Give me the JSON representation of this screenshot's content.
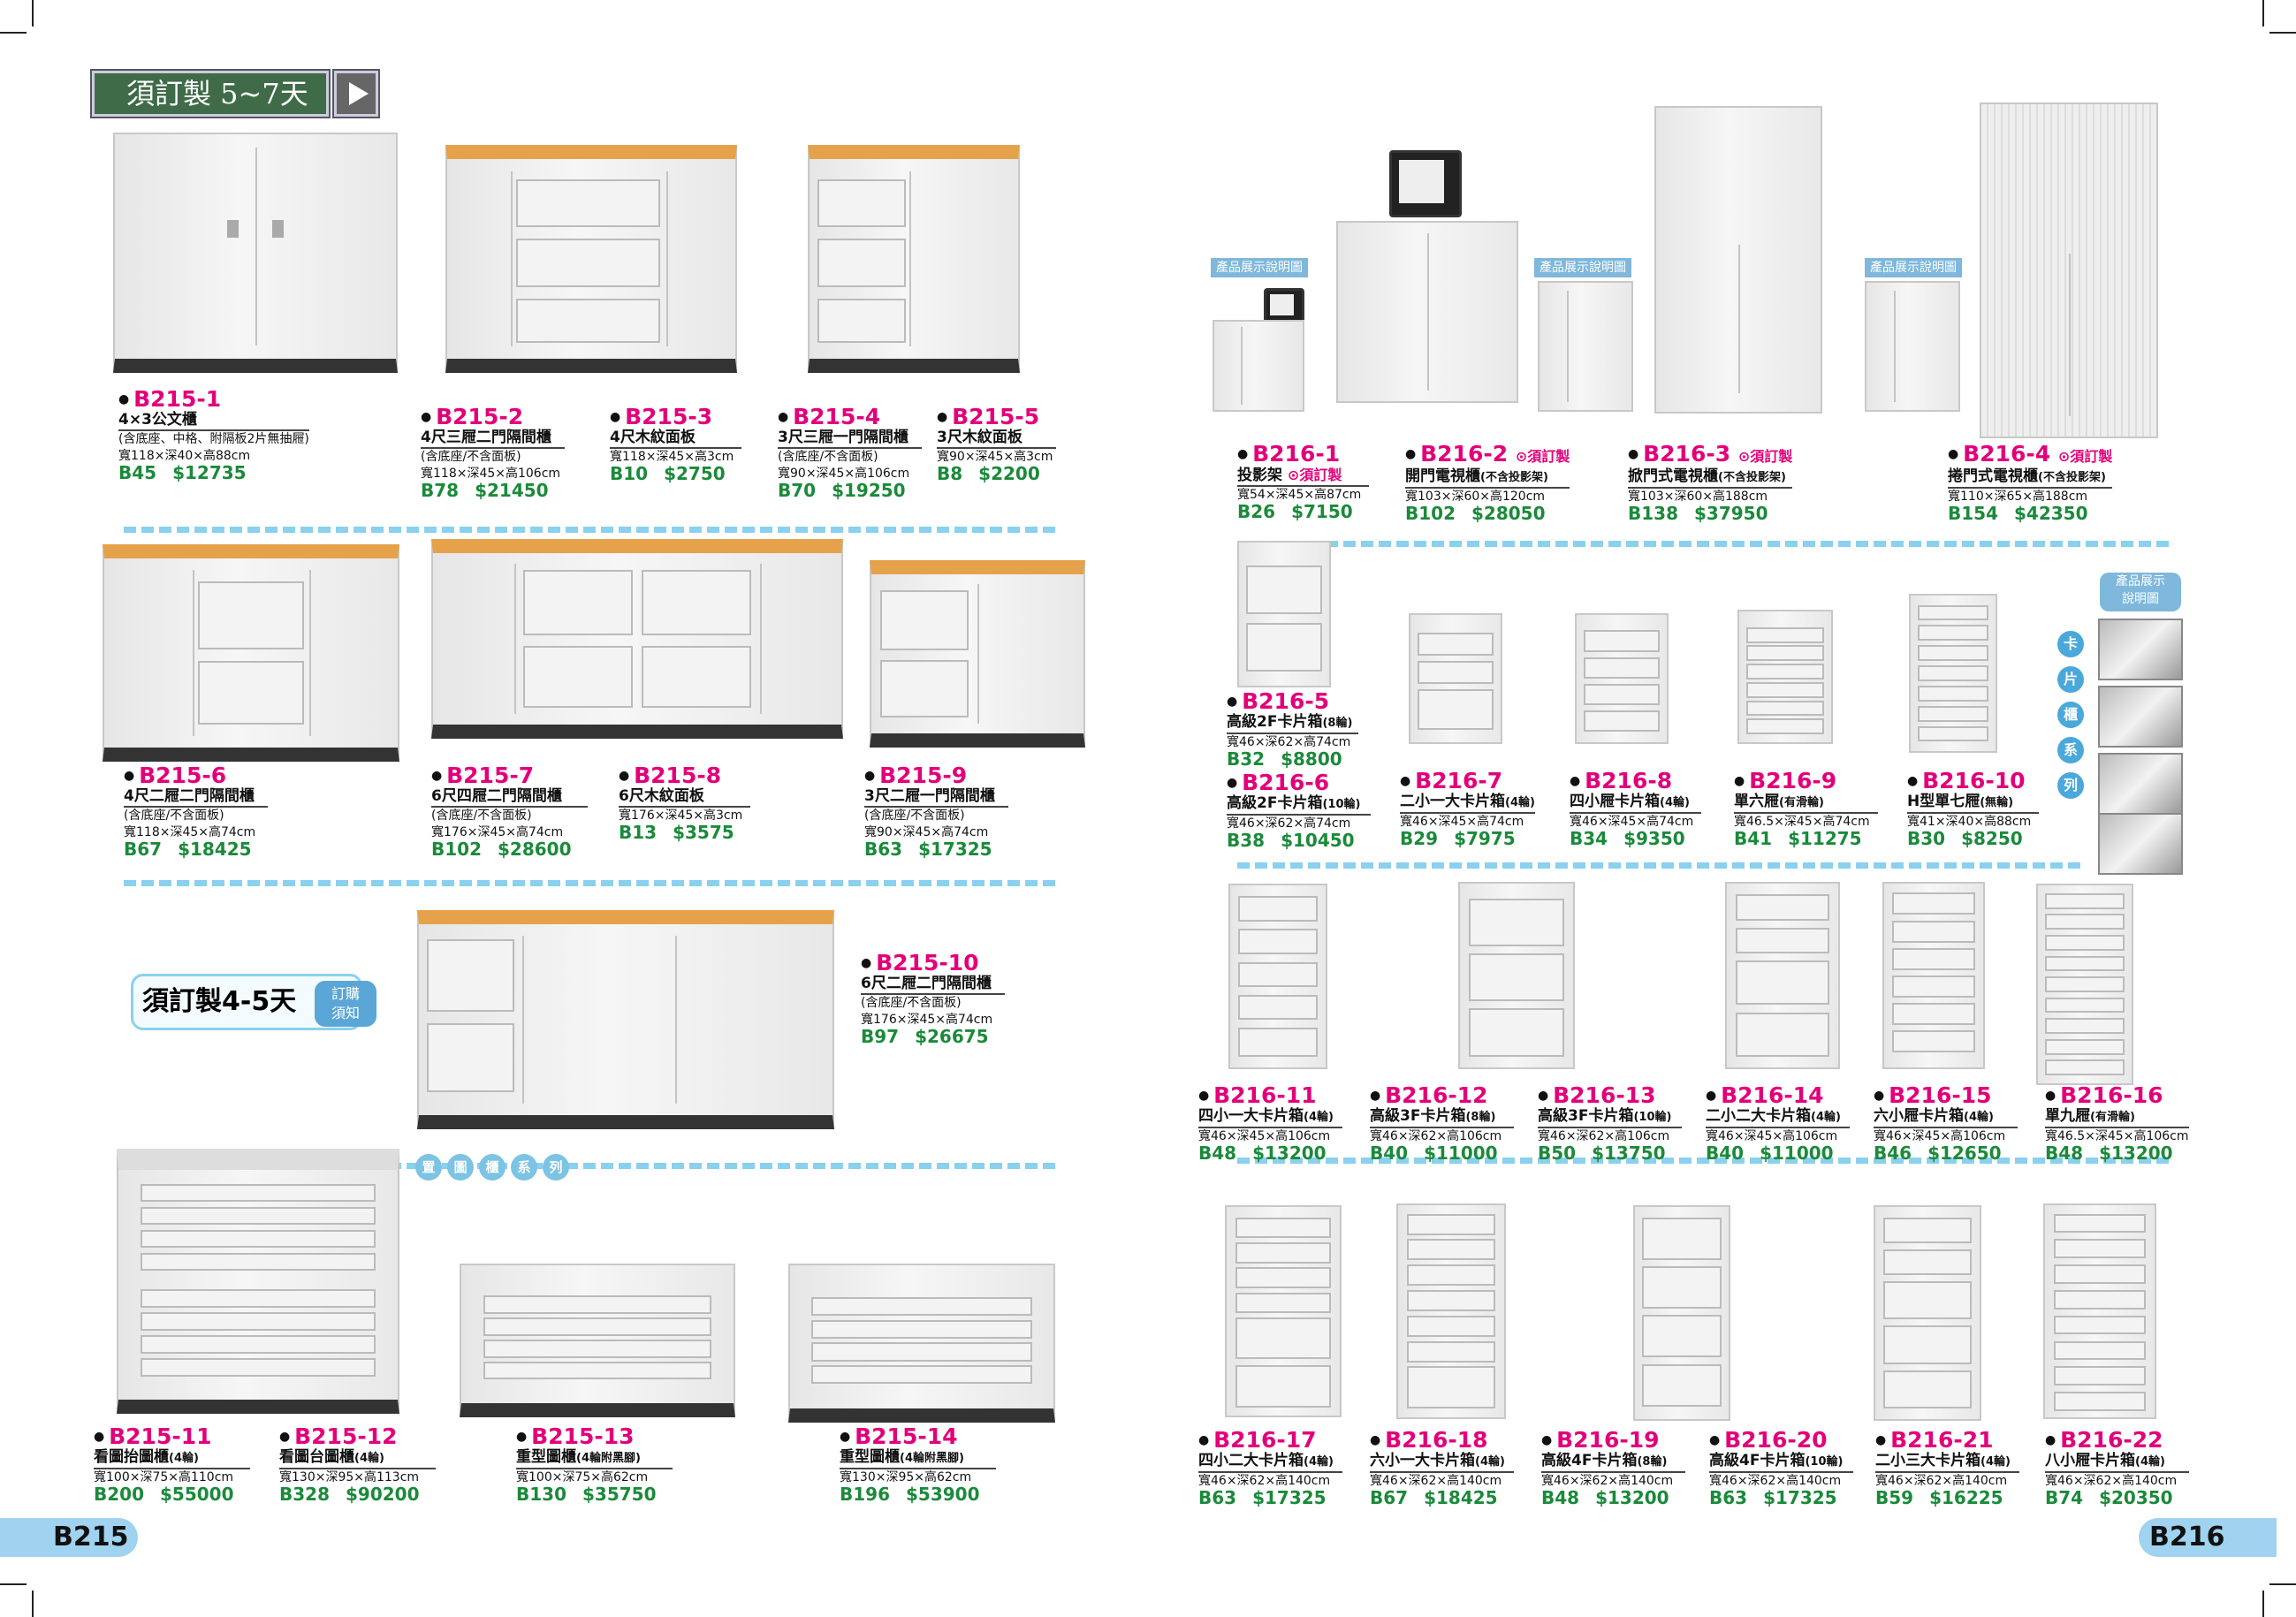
{
  "header": {
    "title": "須訂製 5~7天"
  },
  "custom_badge": {
    "label": "須訂製4-5天",
    "sub1": "訂購",
    "sub2": "須知"
  },
  "series_label": [
    "置",
    "圖",
    "櫃",
    "系",
    "列"
  ],
  "show_label": "產品展示說明圖",
  "side_label": {
    "title1": "產品展示",
    "title2": "說明圖",
    "vertical": [
      "卡",
      "片",
      "櫃",
      "系",
      "列"
    ]
  },
  "page": {
    "left": "B215",
    "right": "B216"
  },
  "items": {
    "b2151": {
      "code": "B215-1",
      "name": "4×3公文櫃",
      "note": "(含底座、中格、附隔板2片無抽屜)",
      "dim": "寬118×深40×高88cm",
      "p1": "B45",
      "p2": "$12735"
    },
    "b2152": {
      "code": "B215-2",
      "name": "4尺三屜二門隔間櫃",
      "note": "(含底座/不含面板)",
      "dim": "寬118×深45×高106cm",
      "p1": "B78",
      "p2": "$21450"
    },
    "b2153": {
      "code": "B215-3",
      "name": "4尺木紋面板",
      "dim": "寬118×深45×高3cm",
      "p1": "B10",
      "p2": "$2750"
    },
    "b2154": {
      "code": "B215-4",
      "name": "3尺三屜一門隔間櫃",
      "note": "(含底座/不含面板)",
      "dim": "寬90×深45×高106cm",
      "p1": "B70",
      "p2": "$19250"
    },
    "b2155": {
      "code": "B215-5",
      "name": "3尺木紋面板",
      "dim": "寬90×深45×高3cm",
      "p1": "B8",
      "p2": "$2200"
    },
    "b2156": {
      "code": "B215-6",
      "name": "4尺二屜二門隔間櫃",
      "note": "(含底座/不含面板)",
      "dim": "寬118×深45×高74cm",
      "p1": "B67",
      "p2": "$18425"
    },
    "b2157": {
      "code": "B215-7",
      "name": "6尺四屜二門隔間櫃",
      "note": "(含底座/不含面板)",
      "dim": "寬176×深45×高74cm",
      "p1": "B102",
      "p2": "$28600"
    },
    "b2158": {
      "code": "B215-8",
      "name": "6尺木紋面板",
      "dim": "寬176×深45×高3cm",
      "p1": "B13",
      "p2": "$3575"
    },
    "b2159": {
      "code": "B215-9",
      "name": "3尺二屜一門隔間櫃",
      "note": "(含底座/不含面板)",
      "dim": "寬90×深45×高74cm",
      "p1": "B63",
      "p2": "$17325"
    },
    "b21510": {
      "code": "B215-10",
      "name": "6尺二屜二門隔間櫃",
      "note": "(含底座/不含面板)",
      "dim": "寬176×深45×高74cm",
      "p1": "B97",
      "p2": "$26675"
    },
    "b21511": {
      "code": "B215-11",
      "name": "看圖抬圖櫃",
      "sub": "(4輪)",
      "dim": "寬100×深75×高110cm",
      "p1": "B200",
      "p2": "$55000"
    },
    "b21512": {
      "code": "B215-12",
      "name": "看圖台圖櫃",
      "sub": "(4輪)",
      "dim": "寬130×深95×高113cm",
      "p1": "B328",
      "p2": "$90200"
    },
    "b21513": {
      "code": "B215-13",
      "name": "重型圖櫃",
      "sub": "(4輪附黑腳)",
      "dim": "寬100×深75×高62cm",
      "p1": "B130",
      "p2": "$35750"
    },
    "b21514": {
      "code": "B215-14",
      "name": "重型圖櫃",
      "sub": "(4輪附黑腳)",
      "dim": "寬130×深95×高62cm",
      "p1": "B196",
      "p2": "$53900"
    },
    "b2161": {
      "code": "B216-1",
      "name": "投影架",
      "mark": "⊙須訂製",
      "dim": "寬54×深45×高87cm",
      "p1": "B26",
      "p2": "$7150"
    },
    "b2162": {
      "code": "B216-2",
      "mark": "⊙須訂製",
      "name": "開門電視櫃",
      "sub": "(不含投影架)",
      "dim": "寬103×深60×高120cm",
      "p1": "B102",
      "p2": "$28050"
    },
    "b2163": {
      "code": "B216-3",
      "mark": "⊙須訂製",
      "name": "掀門式電視櫃",
      "sub": "(不含投影架)",
      "dim": "寬103×深60×高188cm",
      "p1": "B138",
      "p2": "$37950"
    },
    "b2164": {
      "code": "B216-4",
      "mark": "⊙須訂製",
      "name": "捲門式電視櫃",
      "sub": "(不含投影架)",
      "dim": "寬110×深65×高188cm",
      "p1": "B154",
      "p2": "$42350"
    },
    "b2165": {
      "code": "B216-5",
      "name": "高級2F卡片箱",
      "sub": "(8輪)",
      "dim": "寬46×深62×高74cm",
      "p1": "B32",
      "p2": "$8800"
    },
    "b2166": {
      "code": "B216-6",
      "name": "高級2F卡片箱",
      "sub": "(10輪)",
      "dim": "寬46×深62×高74cm",
      "p1": "B38",
      "p2": "$10450"
    },
    "b2167": {
      "code": "B216-7",
      "name": "二小一大卡片箱",
      "sub": "(4輪)",
      "dim": "寬46×深45×高74cm",
      "p1": "B29",
      "p2": "$7975"
    },
    "b2168": {
      "code": "B216-8",
      "name": "四小屜卡片箱",
      "sub": "(4輪)",
      "dim": "寬46×深45×高74cm",
      "p1": "B34",
      "p2": "$9350"
    },
    "b2169": {
      "code": "B216-9",
      "name": "單六屜",
      "sub": "(有滑輪)",
      "dim": "寬46.5×深45×高74cm",
      "p1": "B41",
      "p2": "$11275"
    },
    "b21610": {
      "code": "B216-10",
      "name": "H型單七屜",
      "sub": "(無輪)",
      "dim": "寬41×深40×高88cm",
      "p1": "B30",
      "p2": "$8250"
    },
    "b21611": {
      "code": "B216-11",
      "name": "四小一大卡片箱",
      "sub": "(4輪)",
      "dim": "寬46×深45×高106cm",
      "p1": "B48",
      "p2": "$13200"
    },
    "b21612": {
      "code": "B216-12",
      "name": "高級3F卡片箱",
      "sub": "(8輪)",
      "dim": "寬46×深62×高106cm",
      "p1": "B40",
      "p2": "$11000"
    },
    "b21613": {
      "code": "B216-13",
      "name": "高級3F卡片箱",
      "sub": "(10輪)",
      "dim": "寬46×深62×高106cm",
      "p1": "B50",
      "p2": "$13750"
    },
    "b21614": {
      "code": "B216-14",
      "name": "二小二大卡片箱",
      "sub": "(4輪)",
      "dim": "寬46×深45×高106cm",
      "p1": "B40",
      "p2": "$11000"
    },
    "b21615": {
      "code": "B216-15",
      "name": "六小屜卡片箱",
      "sub": "(4輪)",
      "dim": "寬46×深45×高106cm",
      "p1": "B46",
      "p2": "$12650"
    },
    "b21616": {
      "code": "B216-16",
      "name": "單九屜",
      "sub": "(有滑輪)",
      "dim": "寬46.5×深45×高106cm",
      "p1": "B48",
      "p2": "$13200"
    },
    "b21617": {
      "code": "B216-17",
      "name": "四小二大卡片箱",
      "sub": "(4輪)",
      "dim": "寬46×深62×高140cm",
      "p1": "B63",
      "p2": "$17325"
    },
    "b21618": {
      "code": "B216-18",
      "name": "六小一大卡片箱",
      "sub": "(4輪)",
      "dim": "寬46×深62×高140cm",
      "p1": "B67",
      "p2": "$18425"
    },
    "b21619": {
      "code": "B216-19",
      "name": "高級4F卡片箱",
      "sub": "(8輪)",
      "dim": "寬46×深62×高140cm",
      "p1": "B48",
      "p2": "$13200"
    },
    "b21620": {
      "code": "B216-20",
      "name": "高級4F卡片箱",
      "sub": "(10輪)",
      "dim": "寬46×深62×高140cm",
      "p1": "B63",
      "p2": "$17325"
    },
    "b21621": {
      "code": "B216-21",
      "name": "二小三大卡片箱",
      "sub": "(4輪)",
      "dim": "寬46×深62×高140cm",
      "p1": "B59",
      "p2": "$16225"
    },
    "b21622": {
      "code": "B216-22",
      "name": "八小屜卡片箱",
      "sub": "(4輪)",
      "dim": "寬46×深62×高140cm",
      "p1": "B74",
      "p2": "$20350"
    }
  }
}
